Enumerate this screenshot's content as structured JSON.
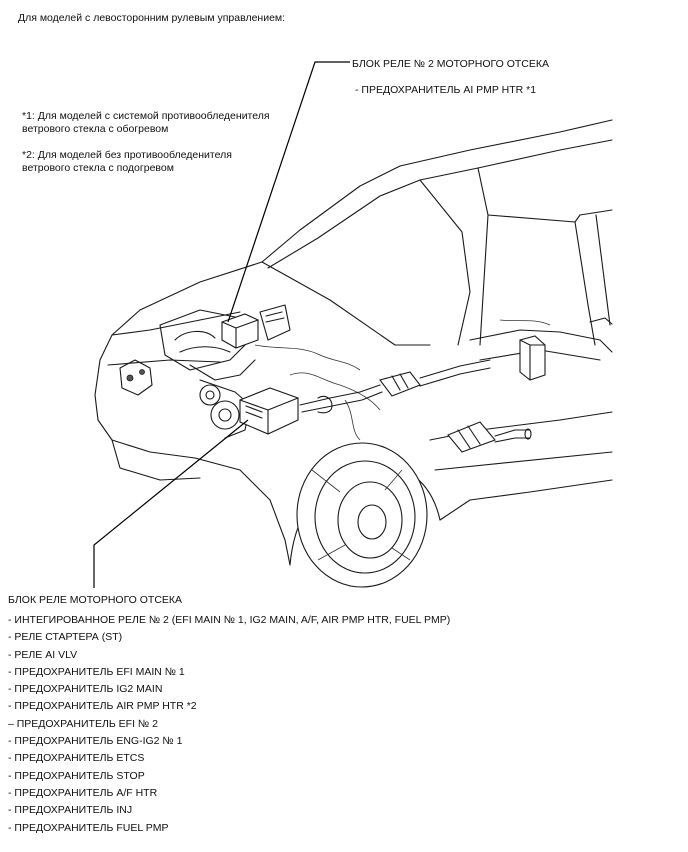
{
  "heading": "Для моделей с левосторонним рулевым управлением:",
  "relay2": {
    "title": "БЛОК РЕЛЕ № 2 МОТОРНОГО ОТСЕКА",
    "fuse": "- ПРЕДОХРАНИТЕЛЬ AI PMP HTR *1"
  },
  "notes": {
    "n1_line1": "*1: Для моделей с системой противообледенителя",
    "n1_line2": "ветрового стекла с обогревом",
    "n2_line1": "*2: Для моделей без противообледенителя",
    "n2_line2": "ветрового стекла с подогревом"
  },
  "relay_block": {
    "title": "БЛОК РЕЛЕ МОТОРНОГО ОТСЕКА",
    "items": [
      "- ИНТЕГИРОВАННОЕ РЕЛЕ № 2 (EFI MAIN № 1, IG2 MAIN, A/F, AIR PMP HTR, FUEL PMP)",
      "- РЕЛЕ СТАРТЕРА (ST)",
      "- РЕЛЕ AI VLV",
      "- ПРЕДОХРАНИТЕЛЬ EFI MAIN № 1",
      "- ПРЕДОХРАНИТЕЛЬ IG2 MAIN",
      "- ПРЕДОХРАНИТЕЛЬ AIR PMP HTR *2",
      "– ПРЕДОХРАНИТЕЛЬ EFI № 2",
      "- ПРЕДОХРАНИТЕЛЬ ENG-IG2 № 1",
      "- ПРЕДОХРАНИТЕЛЬ ETCS",
      "- ПРЕДОХРАНИТЕЛЬ STOP",
      "- ПРЕДОХРАНИТЕЛЬ A/F HTR",
      "- ПРЕДОХРАНИТЕЛЬ INJ",
      "- ПРЕДОХРАНИТЕЛЬ FUEL PMP"
    ]
  }
}
